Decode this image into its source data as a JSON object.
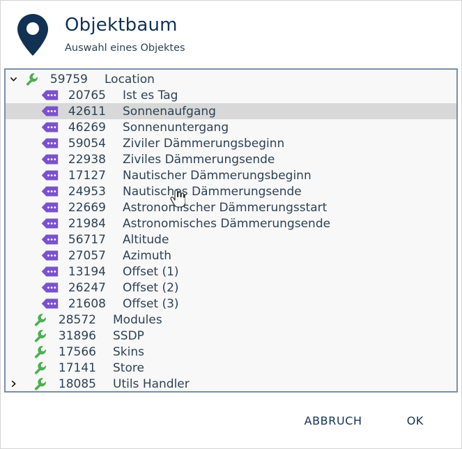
{
  "window": {
    "title": "Objektbaum",
    "subtitle": "Auswahl eines Objektes",
    "logo_icon": "map-pin-icon"
  },
  "colors": {
    "navy": "#123254",
    "text": "#2c4257",
    "panel_border": "#7b8fa8",
    "panel_bg": "#f8f8f8",
    "highlight_row": "#d8d8d8",
    "wrench_green": "#4caf50",
    "variable_purple": "#7b52c9"
  },
  "tree": {
    "rows": [
      {
        "id": "59759",
        "label": "Location",
        "icon": "wrench-icon",
        "indent": 0,
        "expander": "expanded",
        "highlight": false
      },
      {
        "id": "20765",
        "label": "Ist es Tag",
        "icon": "variable-icon",
        "indent": 1,
        "expander": "none",
        "highlight": false
      },
      {
        "id": "42611",
        "label": "Sonnenaufgang",
        "icon": "variable-icon",
        "indent": 1,
        "expander": "none",
        "highlight": true
      },
      {
        "id": "46269",
        "label": "Sonnenuntergang",
        "icon": "variable-icon",
        "indent": 1,
        "expander": "none",
        "highlight": false
      },
      {
        "id": "59054",
        "label": "Ziviler Dämmerungsbeginn",
        "icon": "variable-icon",
        "indent": 1,
        "expander": "none",
        "highlight": false
      },
      {
        "id": "22938",
        "label": "Ziviles Dämmerungsende",
        "icon": "variable-icon",
        "indent": 1,
        "expander": "none",
        "highlight": false
      },
      {
        "id": "17127",
        "label": "Nautischer Dämmerungsbeginn",
        "icon": "variable-icon",
        "indent": 1,
        "expander": "none",
        "highlight": false
      },
      {
        "id": "24953",
        "label": "Nautisches Dämmerungsende",
        "icon": "variable-icon",
        "indent": 1,
        "expander": "none",
        "highlight": false
      },
      {
        "id": "22669",
        "label": "Astronomischer Dämmerungsstart",
        "icon": "variable-icon",
        "indent": 1,
        "expander": "none",
        "highlight": false
      },
      {
        "id": "21984",
        "label": "Astronomisches Dämmerungsende",
        "icon": "variable-icon",
        "indent": 1,
        "expander": "none",
        "highlight": false
      },
      {
        "id": "56717",
        "label": "Altitude",
        "icon": "variable-icon",
        "indent": 1,
        "expander": "none",
        "highlight": false
      },
      {
        "id": "27057",
        "label": "Azimuth",
        "icon": "variable-icon",
        "indent": 1,
        "expander": "none",
        "highlight": false
      },
      {
        "id": "13194",
        "label": "Offset (1)",
        "icon": "variable-icon",
        "indent": 1,
        "expander": "none",
        "highlight": false
      },
      {
        "id": "26247",
        "label": "Offset (2)",
        "icon": "variable-icon",
        "indent": 1,
        "expander": "none",
        "highlight": false
      },
      {
        "id": "21608",
        "label": "Offset (3)",
        "icon": "variable-icon",
        "indent": 1,
        "expander": "none",
        "highlight": false
      },
      {
        "id": "28572",
        "label": "Modules",
        "icon": "wrench-icon",
        "indent": 2,
        "expander": "none",
        "highlight": false
      },
      {
        "id": "31896",
        "label": "SSDP",
        "icon": "wrench-icon",
        "indent": 2,
        "expander": "none",
        "highlight": false
      },
      {
        "id": "17566",
        "label": "Skins",
        "icon": "wrench-icon",
        "indent": 2,
        "expander": "none",
        "highlight": false
      },
      {
        "id": "17141",
        "label": "Store",
        "icon": "wrench-icon",
        "indent": 2,
        "expander": "none",
        "highlight": false
      },
      {
        "id": "18085",
        "label": "Utils Handler",
        "icon": "wrench-icon",
        "indent": 2,
        "expander": "collapsed",
        "highlight": false
      }
    ]
  },
  "footer": {
    "cancel_label": "ABBRUCH",
    "ok_label": "OK"
  },
  "pointer": {
    "icon": "pointing-hand-cursor"
  }
}
